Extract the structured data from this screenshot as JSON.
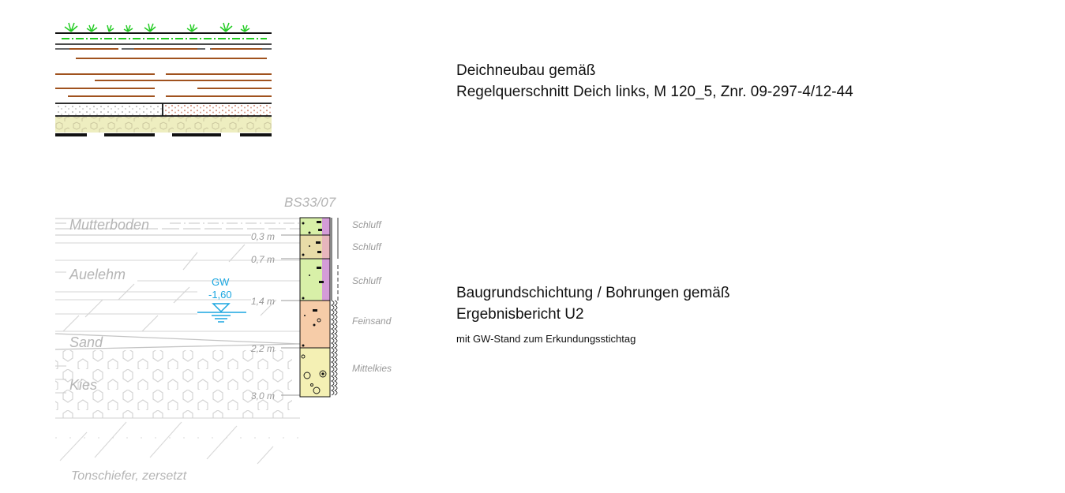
{
  "legend": {
    "dike_line1": "Deichneubau gemäß",
    "dike_line2": "Regelquerschnitt Deich links, M 120_5, Znr. 09-297-4/12-44",
    "subsoil_line1": "Baugrundschichtung / Bohrungen gemäß",
    "subsoil_line2": "Ergebnisbericht U2",
    "subsoil_line3": "mit GW-Stand zum Erkundungsstichtag"
  },
  "borehole": {
    "name": "BS33/07",
    "layer_labels": [
      "Mutterboden",
      "Auelehm",
      "Sand",
      "Kies",
      "Tonschiefer, zersetzt"
    ],
    "depths": [
      "0,3 m",
      "0,7 m",
      "1,4 m",
      "2,2 m",
      "3,0 m"
    ],
    "soils": [
      "Schluff",
      "Schluff",
      "Schluff",
      "Feinsand",
      "Mittelkies"
    ],
    "gw_label": "GW",
    "gw_value": "-1,60"
  },
  "colors": {
    "grass": "#22cc22",
    "brown": "#a0521e",
    "gravel_yellow": "#e8e6a0",
    "silt_green": "#d8f0a8",
    "silt_purple": "#d49cd8",
    "sand_peach": "#f6cca8",
    "kies_yellow": "#f4f0b4",
    "groundwater": "#1aa6e0"
  }
}
